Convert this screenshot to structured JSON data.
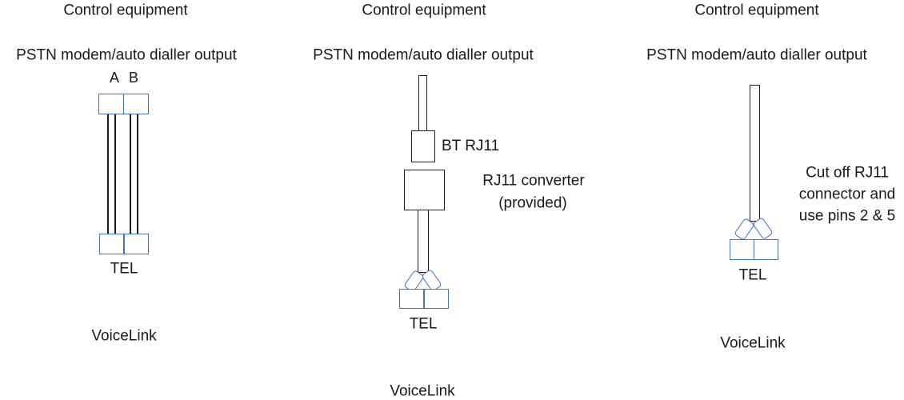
{
  "colors": {
    "box_blue": "#4472C4",
    "cable_black": "#1f1f1f",
    "text_color": "#1a1a1a"
  },
  "panels": [
    {
      "title": "Control equipment",
      "subtitle": "PSTN modem/auto dialler output",
      "pin_a": "A",
      "pin_b": "B",
      "tel_label": "TEL",
      "device_label": "VoiceLink"
    },
    {
      "title": "Control equipment",
      "subtitle": "PSTN modem/auto dialler output",
      "plug_label": "BT RJ11",
      "converter_label_line1": "RJ11 converter",
      "converter_label_line2": "(provided)",
      "tel_label": "TEL",
      "device_label": "VoiceLink"
    },
    {
      "title": "Control equipment",
      "subtitle": "PSTN modem/auto dialler output",
      "note_line1": "Cut off RJ11",
      "note_line2": "connector and",
      "note_line3": "use pins 2 & 5",
      "tel_label": "TEL",
      "device_label": "VoiceLink"
    }
  ]
}
